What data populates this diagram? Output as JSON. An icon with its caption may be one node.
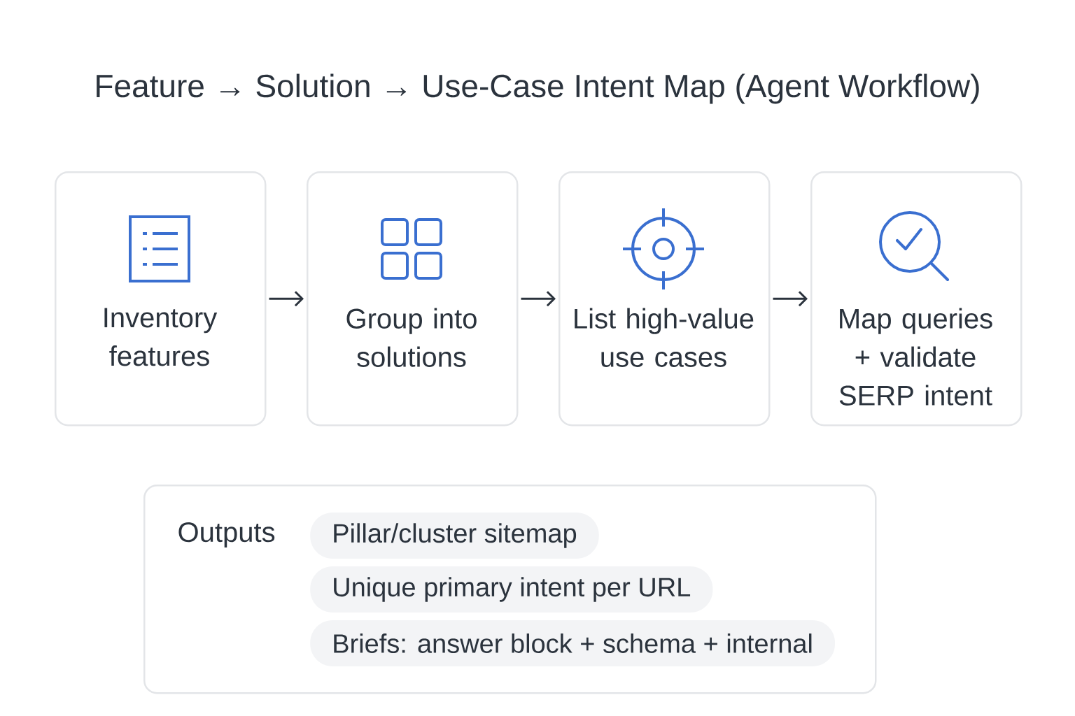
{
  "diagram": {
    "title": "Feature → Solution → Use-Case Intent Map (Agent Workflow)",
    "nodes": [
      {
        "text": [
          "Inventory features"
        ]
      },
      {
        "text": [
          "Group into solutions"
        ]
      },
      {
        "text": [
          "List high-value use cases"
        ]
      },
      {
        "text": [
          "Map queries + validate SERP intent"
        ]
      },
      {
        "text": [
          "Outputs"
        ]
      },
      {
        "text": [
          "Pillar/cluster sitemap"
        ],
        "in": 4
      },
      {
        "text": [
          "Unique primary intent per URL"
        ],
        "in": 4
      },
      {
        "text": [
          "Briefs: answer block + schema + internal"
        ],
        "in": 4
      }
    ],
    "edges": [
      {
        "from": 0,
        "to": 1,
        "arrow": "to"
      },
      {
        "from": 1,
        "to": 2,
        "arrow": "to"
      },
      {
        "from": 2,
        "to": 3,
        "arrow": "to"
      }
    ]
  }
}
